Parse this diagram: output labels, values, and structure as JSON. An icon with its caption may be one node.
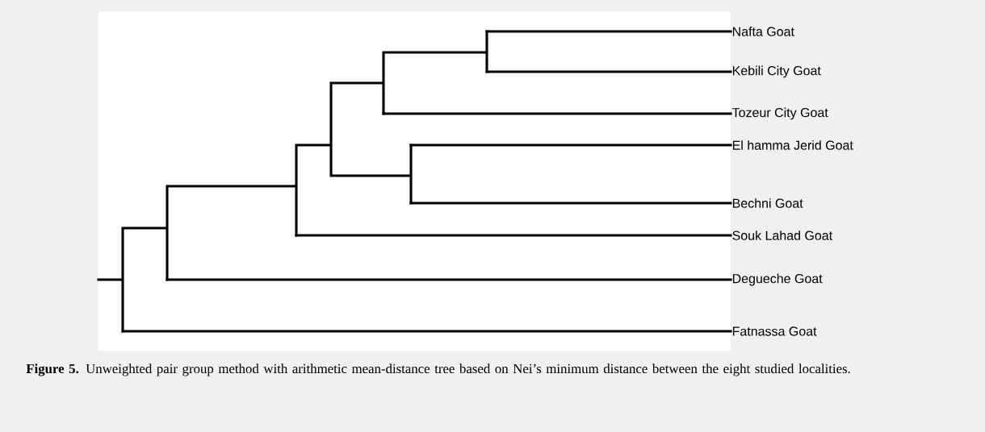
{
  "diagram": {
    "caption": "**Figure 5.** Unweighted pair group method with arithmetic mean-distance tree based on Nei’s minimum distance between the eight studied localities.",
    "nodes": [
      {
        "text": [
          "Nafta  Goat"
        ]
      },
      {
        "text": [
          "Kebili City Goat"
        ]
      },
      {
        "text": [
          "Tozeur City Goat"
        ]
      },
      {
        "text": [
          "El hamma Jerid Goat"
        ]
      },
      {
        "text": [
          "Bechni Goat"
        ]
      },
      {
        "text": [
          "Souk Lahad Goat"
        ]
      },
      {
        "text": [
          "Degueche Goat"
        ]
      },
      {
        "text": [
          "Fatnassa Goat"
        ]
      }
    ],
    "edges": [
      {
        "from": null,
        "to": 0,
        "arrow": "none"
      },
      {
        "from": null,
        "to": 1,
        "arrow": "none"
      },
      {
        "from": null,
        "to": 2,
        "arrow": "none"
      },
      {
        "from": null,
        "to": 3,
        "arrow": "none"
      },
      {
        "from": null,
        "to": 4,
        "arrow": "none"
      },
      {
        "from": null,
        "to": 5,
        "arrow": "none"
      },
      {
        "from": null,
        "to": 6,
        "arrow": "none"
      },
      {
        "from": null,
        "to": 7,
        "arrow": "none"
      }
    ]
  }
}
